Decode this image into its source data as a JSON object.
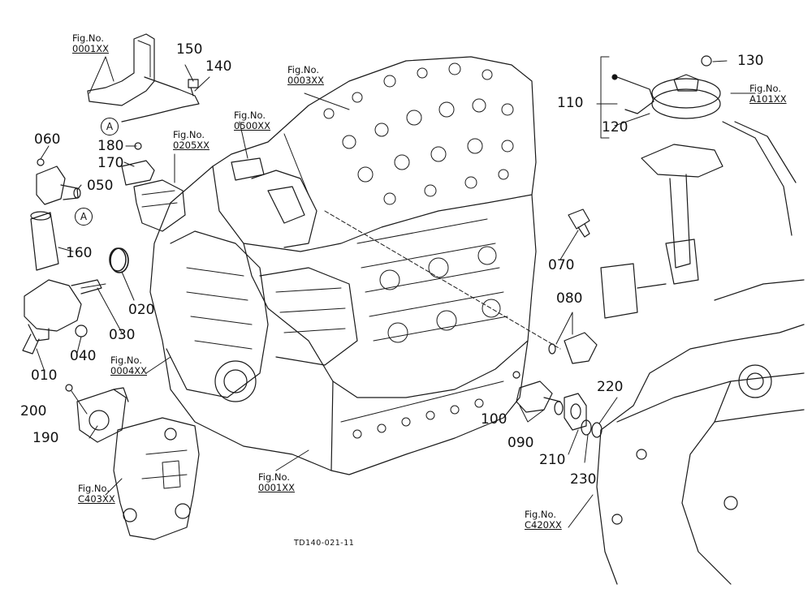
{
  "diagram_code": "TD140-021-11",
  "fig_prefix": "Fig.No.",
  "ref_marker": "A",
  "part_labels": [
    "150",
    "140",
    "060",
    "180",
    "170",
    "050",
    "160",
    "020",
    "030",
    "040",
    "010",
    "200",
    "190",
    "110",
    "120",
    "130",
    "070",
    "080",
    "100",
    "090",
    "210",
    "220",
    "230"
  ],
  "figure_refs": [
    "0001XX",
    "0003XX",
    "0500XX",
    "0205XX",
    "A101XX",
    "0004XX",
    "0001XX",
    "C403XX",
    "C420XX"
  ]
}
